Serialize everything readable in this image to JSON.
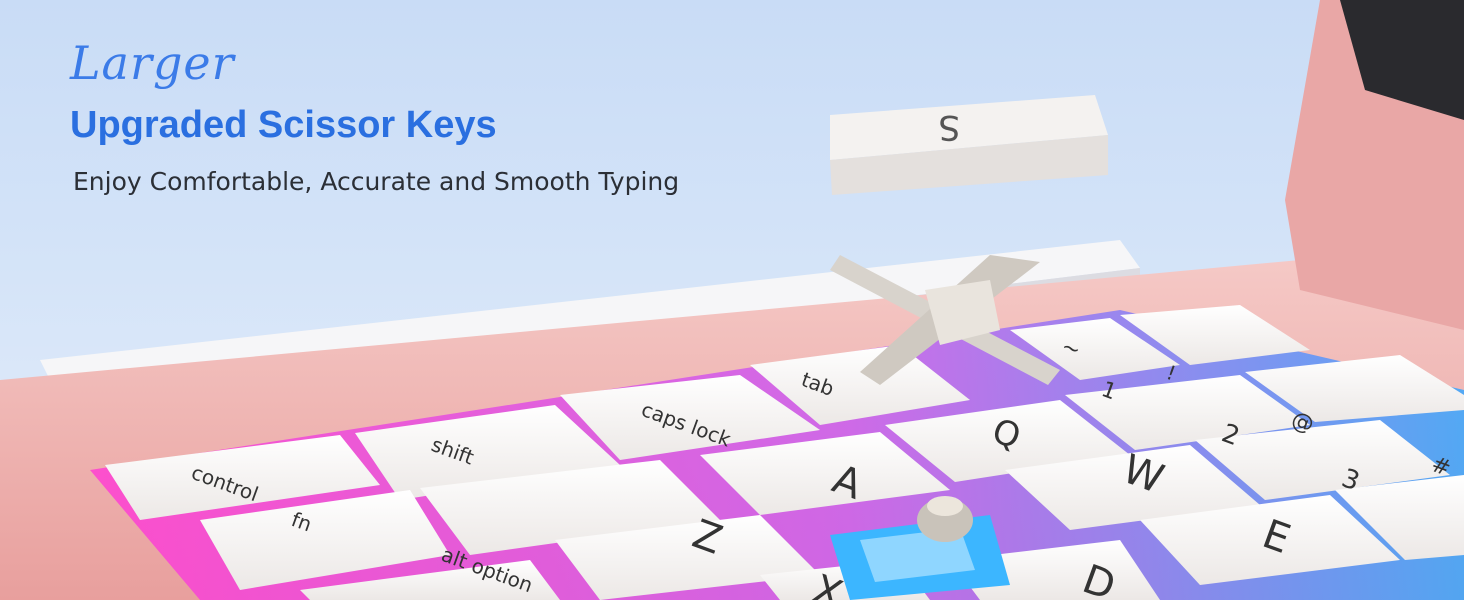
{
  "hero": {
    "script_title": "Larger",
    "title": "Upgraded Scissor Keys",
    "subtitle": "Enjoy Comfortable, Accurate and Smooth Typing"
  },
  "keyboard": {
    "floating_key": "S",
    "keys": [
      "control",
      "fn",
      "alt option",
      "shift",
      "caps lock",
      "tab",
      "A",
      "Z",
      "Q",
      "W",
      "E",
      "D",
      "X",
      "1",
      "2",
      "3",
      "~",
      "!",
      "@",
      "#"
    ],
    "colors": {
      "case": "#f1b7b5",
      "keycap": "#f7f4f2",
      "glow_pink": "#ff3fd2",
      "glow_blue": "#38a6ff",
      "title_blue": "#2a6fe0"
    }
  }
}
